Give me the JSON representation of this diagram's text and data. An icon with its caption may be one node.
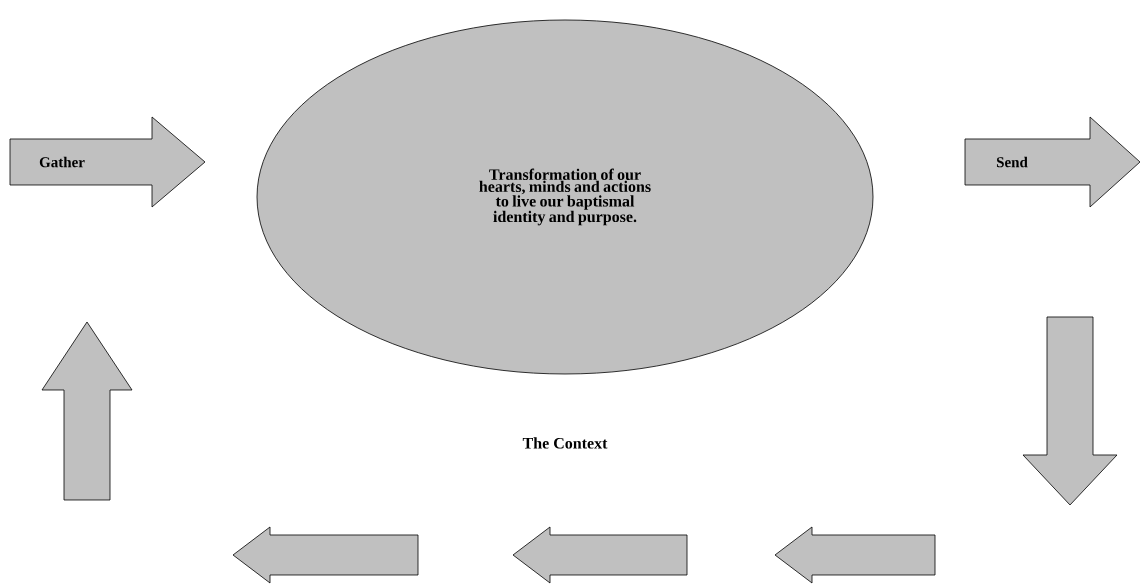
{
  "diagram": {
    "nodes": [
      {
        "text": [
          "Gather"
        ]
      },
      {
        "text": [
          "Transformation of our hearts, minds and actions to live our baptismal identity and purpose."
        ]
      },
      {
        "text": [
          "Send"
        ]
      },
      {
        "text": [],
        "shape": "arrow"
      },
      {
        "text": [],
        "shape": "arrow"
      },
      {
        "text": [],
        "shape": "arrow"
      },
      {
        "text": [],
        "shape": "arrow"
      },
      {
        "text": [],
        "shape": "arrow"
      }
    ],
    "labels": [
      "The Context"
    ]
  }
}
